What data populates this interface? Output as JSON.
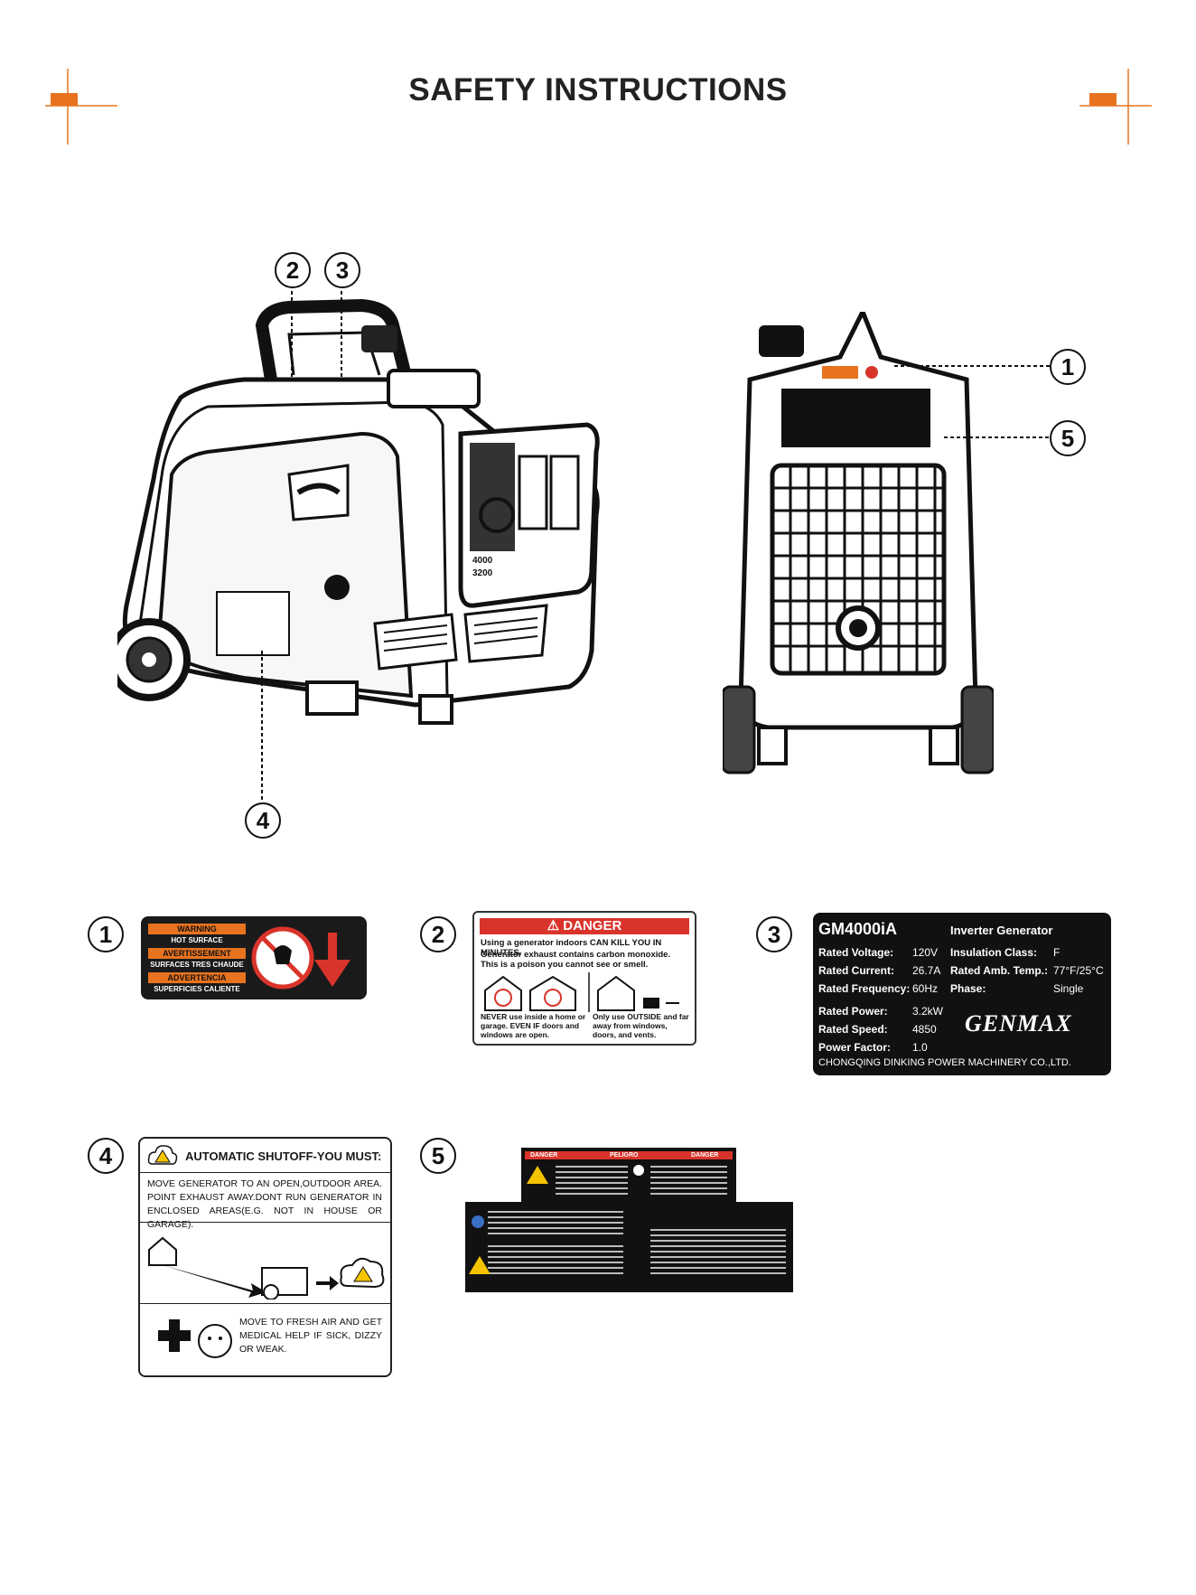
{
  "page": {
    "title": "SAFETY INSTRUCTIONS",
    "accent_color": "#e8731f"
  },
  "callouts": [
    "1",
    "2",
    "3",
    "4",
    "5"
  ],
  "label1": {
    "warning": "WARNING",
    "warning_sub": "HOT SURFACE",
    "avertissement": "AVERTISSEMENT",
    "avertissement_sub": "SURFACES TRES CHAUDE",
    "advertencia": "ADVERTENCIA",
    "advertencia_sub": "SUPERFICIES CALIENTE"
  },
  "label2": {
    "header": "DANGER",
    "line1": "Using a generator indoors CAN KILL YOU IN MINUTES.",
    "line2": "Generator exhaust contains carbon monoxide. This is a poison you cannot see or smell.",
    "never": "NEVER use inside a home or garage. EVEN IF doors and windows are open.",
    "only": "Only use OUTSIDE and far away from windows, doors, and vents."
  },
  "label3": {
    "model": "GM4000iA",
    "type": "Inverter Generator",
    "rows_left": [
      {
        "k": "Rated Voltage:",
        "v": "120V"
      },
      {
        "k": "Rated Current:",
        "v": "26.7A"
      },
      {
        "k": "Rated Frequency:",
        "v": "60Hz"
      },
      {
        "k": "Rated Power:",
        "v": "3.2kW"
      },
      {
        "k": "Rated Speed:",
        "v": "4850"
      },
      {
        "k": "Power Factor:",
        "v": "1.0"
      }
    ],
    "rows_right": [
      {
        "k": "Insulation Class:",
        "v": "F"
      },
      {
        "k": "Rated Amb. Temp.:",
        "v": "77°F/25°C"
      },
      {
        "k": "Phase:",
        "v": "Single"
      }
    ],
    "brand": "GENMAX",
    "manufacturer": "CHONGQING DINKING POWER MACHINERY CO.,LTD."
  },
  "label4": {
    "header": "AUTOMATIC SHUTOFF-YOU MUST:",
    "text1": "MOVE GENERATOR TO AN OPEN,OUTDOOR AREA. POINT EXHAUST AWAY.DONT RUN GENERATOR IN ENCLOSED AREAS(E.G. NOT IN HOUSE OR GARAGE).",
    "text2": "MOVE TO FRESH AIR AND GET MEDICAL HELP IF SICK, DIZZY OR WEAK."
  },
  "label5": {
    "danger1": "DANGER",
    "peligro": "PELIGRO",
    "danger2": "DANGER"
  }
}
